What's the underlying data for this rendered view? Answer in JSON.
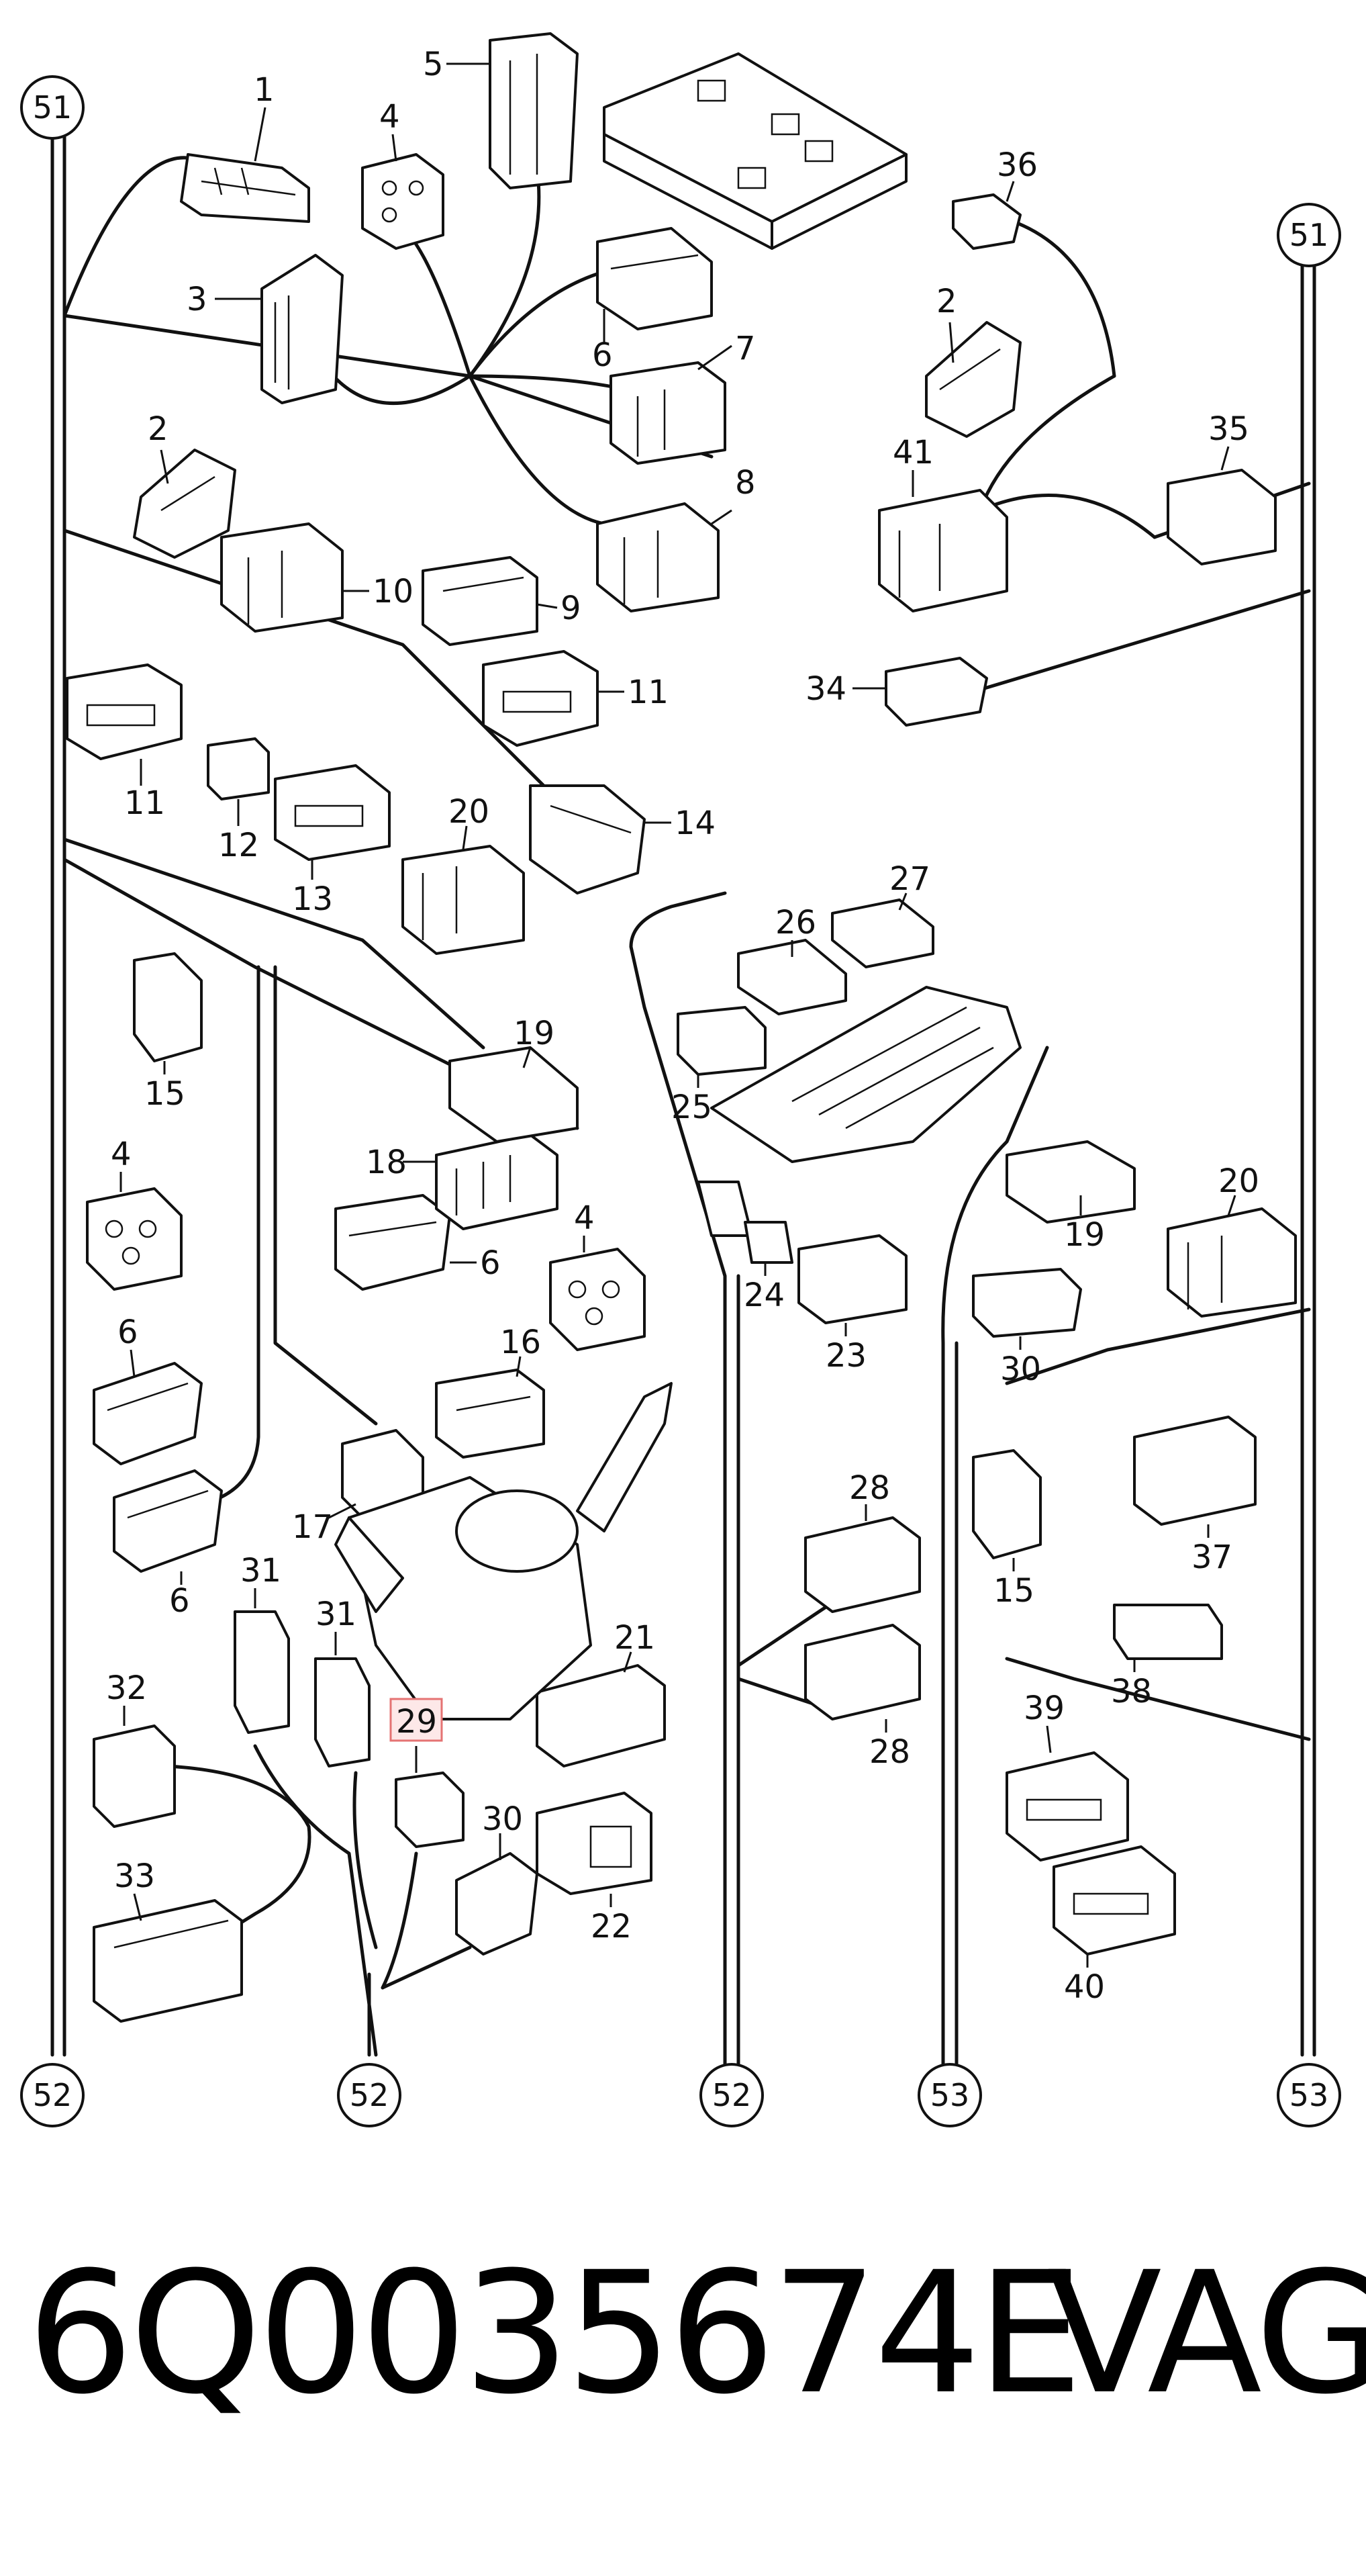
{
  "diagram": {
    "callouts": [
      "1",
      "2",
      "3",
      "4",
      "5",
      "6",
      "7",
      "8",
      "9",
      "10",
      "11",
      "12",
      "13",
      "14",
      "15",
      "16",
      "17",
      "18",
      "19",
      "20",
      "21",
      "22",
      "23",
      "24",
      "25",
      "26",
      "27",
      "28",
      "29",
      "30",
      "31",
      "32",
      "33",
      "34",
      "35",
      "36",
      "37",
      "38",
      "39",
      "40",
      "41"
    ],
    "refs": {
      "top_left": "51",
      "top_right": "51",
      "bottom_1": "52",
      "bottom_2": "52",
      "bottom_3": "52",
      "bottom_4": "53",
      "bottom_5": "53"
    },
    "highlight_label": "29",
    "highlight_color": "#e57373"
  },
  "footer": {
    "part_number": "6Q0035674E",
    "brand": "VAG"
  }
}
